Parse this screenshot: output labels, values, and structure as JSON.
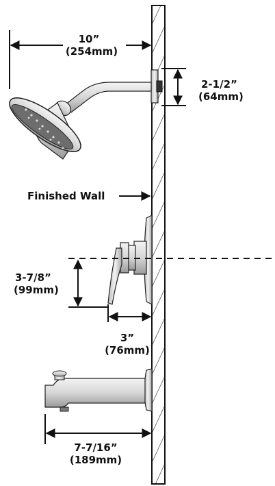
{
  "dimensions": {
    "showerhead_reach": {
      "imperial": "10”",
      "metric": "(254mm)"
    },
    "showerhead_flange": {
      "imperial": "2-1/2”",
      "metric": "(64mm)"
    },
    "valve_height": {
      "imperial": "3-7/8”",
      "metric": "(99mm)"
    },
    "valve_depth": {
      "imperial": "3”",
      "metric": "(76mm)"
    },
    "spout_reach": {
      "imperial": "7-7/16”",
      "metric": "(189mm)"
    }
  },
  "labels": {
    "finished_wall": "Finished Wall"
  }
}
